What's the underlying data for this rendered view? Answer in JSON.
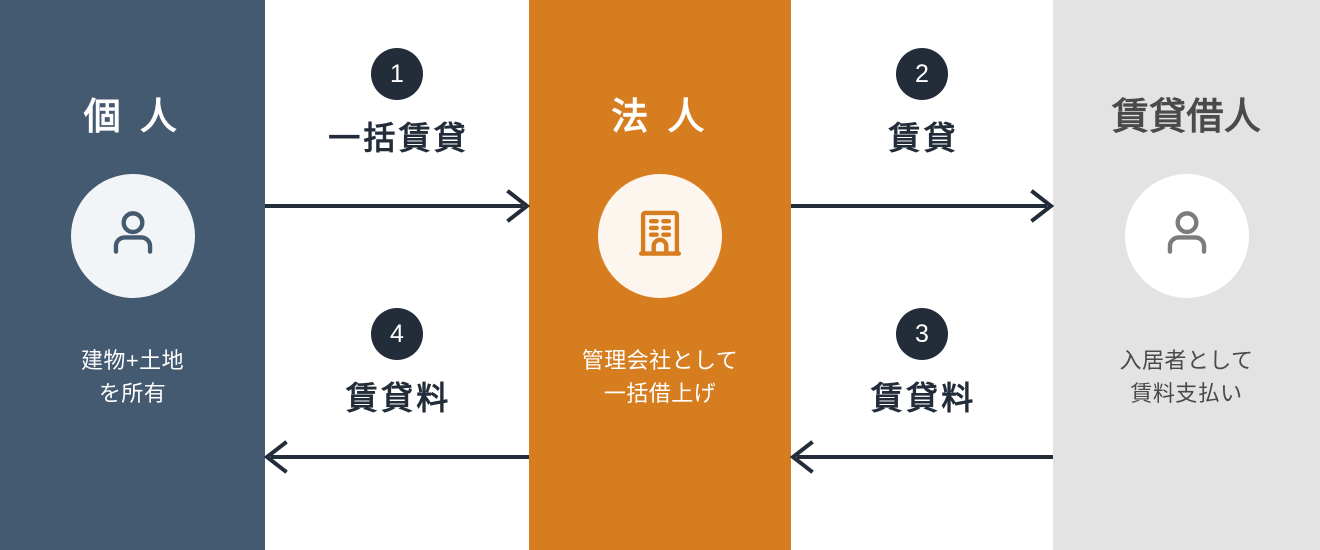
{
  "diagram": {
    "title": "Sublease (master-lease) rental flow diagram",
    "colors": {
      "individual_panel": "#445a70",
      "company_panel": "#d67d1f",
      "tenant_panel": "#e3e3e3",
      "arrow": "#232d39",
      "badge": "#232d39",
      "canvas": "#ffffff"
    }
  },
  "parties": {
    "individual": {
      "title": "個 人",
      "icon": "person-icon",
      "caption": "建物+土地\nを所有"
    },
    "company": {
      "title": "法 人",
      "icon": "building-icon",
      "caption": "管理会社として\n一括借上げ"
    },
    "tenant": {
      "title": "賃貸借人",
      "icon": "person-icon",
      "caption": "入居者として\n賃料支払い"
    }
  },
  "flows": [
    {
      "number": "1",
      "label": "一括賃貸",
      "direction": "right",
      "from": "個 人",
      "to": "法 人"
    },
    {
      "number": "2",
      "label": "賃貸",
      "direction": "right",
      "from": "法 人",
      "to": "賃貸借人"
    },
    {
      "number": "3",
      "label": "賃貸料",
      "direction": "left",
      "from": "賃貸借人",
      "to": "法 人"
    },
    {
      "number": "4",
      "label": "賃貸料",
      "direction": "left",
      "from": "法 人",
      "to": "個 人"
    }
  ]
}
